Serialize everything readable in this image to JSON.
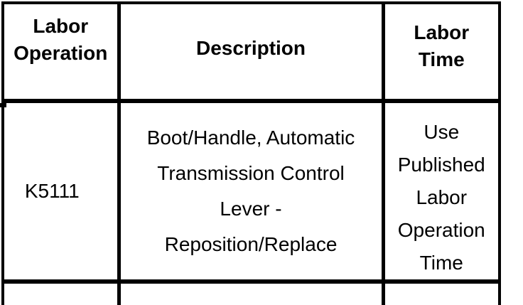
{
  "page": {
    "background_color": "#ffffff",
    "line_color": "#000000"
  },
  "table": {
    "headers": {
      "labor_operation": [
        "Labor",
        "Operation"
      ],
      "description": [
        "Description"
      ],
      "labor_time": [
        "Labor",
        "Time"
      ]
    },
    "rows": [
      {
        "labor_operation": "K5111",
        "description": [
          "Boot/Handle, Automatic",
          "Transmission Control",
          "Lever -",
          "Reposition/Replace"
        ],
        "labor_time": [
          "Use",
          "Published",
          "Labor",
          "Operation",
          "Time"
        ]
      }
    ]
  }
}
